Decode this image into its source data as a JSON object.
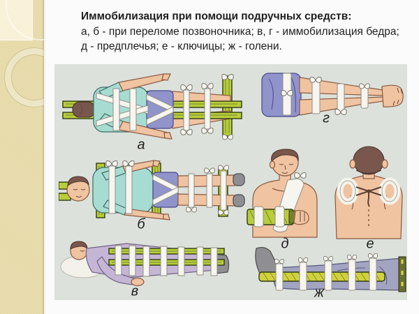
{
  "slide": {
    "title": "Иммобилизация при помощи подручных средств:",
    "caption_line1": "а, б - при переломе позвоночника; в, г - иммобилизация бедра;",
    "caption_line2": "д - предплечья; е - ключицы; ж - голени."
  },
  "figures": [
    {
      "label": "а",
      "name": "spine-immobilization-ladder-top-view"
    },
    {
      "label": "б",
      "name": "spine-immobilization-boards-front-view"
    },
    {
      "label": "в",
      "name": "full-length-splint-lying-person"
    },
    {
      "label": "г",
      "name": "hip-immobilization-legs-tied-together"
    },
    {
      "label": "д",
      "name": "forearm-splint-with-sling"
    },
    {
      "label": "е",
      "name": "clavicle-figure-eight-bandage-back-view"
    },
    {
      "label": "ж",
      "name": "shin-splint-on-leg"
    }
  ],
  "colors": {
    "slide-bg": "#fbfbfb",
    "sidebar": "#e6daa9",
    "panel-bg": "#dce1db",
    "plank": "#b9cd3b",
    "skin": "#f0c3a1",
    "shirt-teal": "#a7dcd2",
    "shorts-purple": "#9193cb",
    "suit-lavender": "#c6b6d6",
    "bandage": "#f6f5ef",
    "hair-brown": "#79574c",
    "shoe-gray": "#8f8f93",
    "pants-gray": "#a3a4c2",
    "text": "#1e1e1e"
  }
}
